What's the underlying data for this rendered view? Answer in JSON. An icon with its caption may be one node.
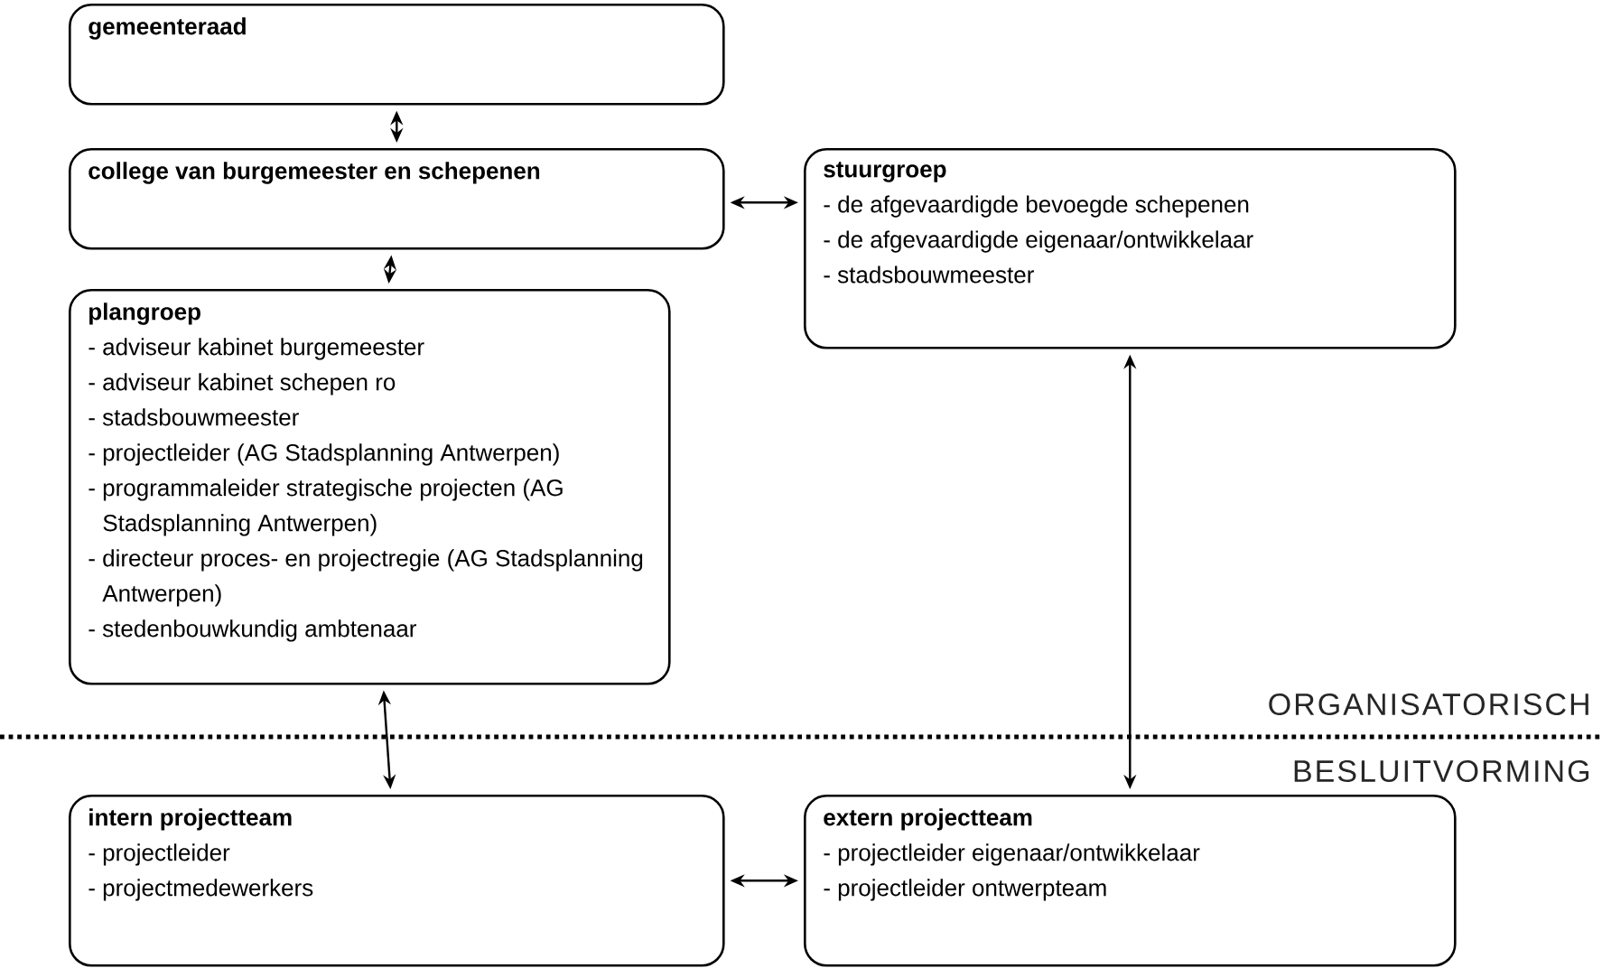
{
  "diagram": {
    "nodes": [
      {
        "text": [
          "gemeenteraad"
        ]
      },
      {
        "text": [
          "college van burgemeester en schepenen"
        ]
      },
      {
        "text": [
          "plangroep",
          "- adviseur kabinet burgemeester",
          "- adviseur kabinet schepen ro",
          "- stadsbouwmeester",
          "- projectleider (AG Stadsplanning Antwerpen)",
          "- programmaleider strategische projecten (AG Stadsplanning Antwerpen)",
          "- directeur proces- en projectregie (AG Stadsplanning Antwerpen)",
          "- stedenbouwkundig ambtenaar"
        ]
      },
      {
        "text": [
          "stuurgroep",
          "- de afgevaardigde bevoegde schepenen",
          "- de afgevaardigde eigenaar/ontwikkelaar",
          "- stadsbouwmeester"
        ]
      },
      {
        "text": [
          "intern projectteam",
          "- projectleider",
          "- projectmedewerkers"
        ]
      },
      {
        "text": [
          "extern projectteam",
          "- projectleider eigenaar/ontwikkelaar",
          "- projectleider ontwerpteam"
        ]
      }
    ],
    "edges": [
      {
        "from": 0,
        "to": 1,
        "arrow": "both"
      },
      {
        "from": 1,
        "to": 3,
        "arrow": "both"
      },
      {
        "from": 1,
        "to": 2,
        "arrow": "both"
      },
      {
        "from": 2,
        "to": 4,
        "arrow": "both"
      },
      {
        "from": 3,
        "to": 5,
        "arrow": "both"
      },
      {
        "from": 4,
        "to": 5,
        "arrow": "both"
      }
    ],
    "labels": [
      "ORGANISATORISCH",
      "BESLUITVORMING"
    ]
  }
}
